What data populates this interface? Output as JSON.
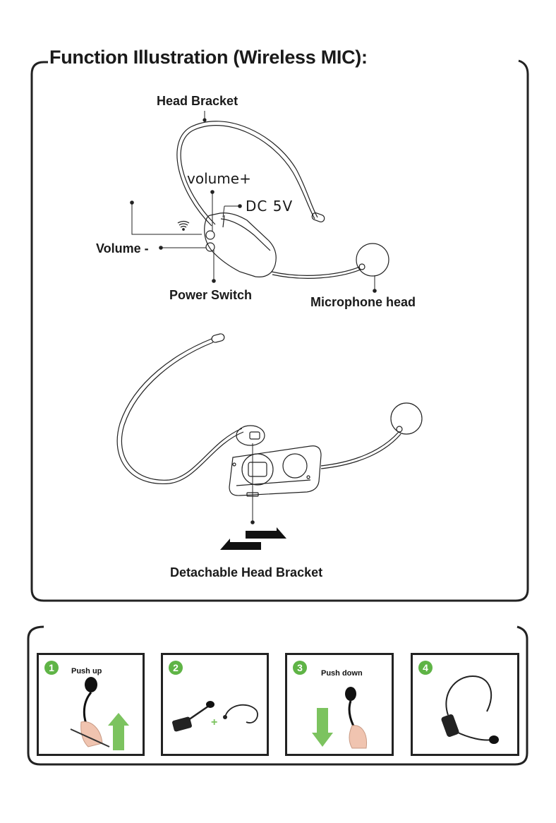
{
  "title": "Function Illustration (Wireless MIC):",
  "diagram1": {
    "head_bracket": "Head Bracket",
    "volume_plus": "volume+",
    "dc": "DC 5V",
    "volume_minus": "Volume -",
    "power_switch": "Power Switch",
    "microphone_head": "Microphone head"
  },
  "diagram2": {
    "detachable": "Detachable Head Bracket"
  },
  "steps": [
    {
      "number": "1",
      "text": "Push up"
    },
    {
      "number": "2",
      "text": ""
    },
    {
      "number": "3",
      "text": "Push down"
    },
    {
      "number": "4",
      "text": ""
    }
  ],
  "colors": {
    "badge": "#5fb446",
    "arrow": "#7cc35f",
    "frame": "#222222"
  }
}
